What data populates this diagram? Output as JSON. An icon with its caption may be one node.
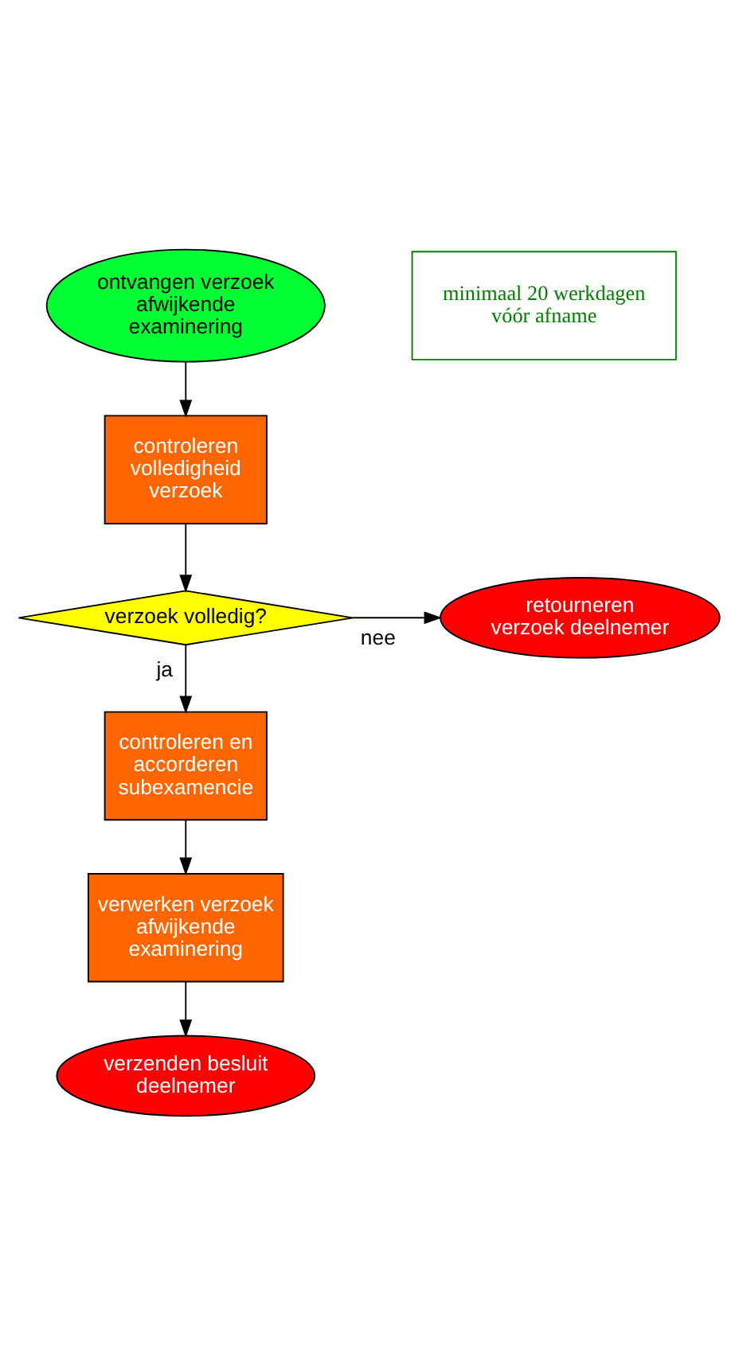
{
  "diagram": {
    "nodes": [
      {
        "text": [
          "ontvangen verzoek afwijkende examinering"
        ]
      },
      {
        "text": [
          "minimaal 20 werkdagen vóór afname"
        ]
      },
      {
        "text": [
          "controleren volledigheid verzoek"
        ]
      },
      {
        "text": [
          "verzoek volledig?"
        ]
      },
      {
        "text": [
          "retourneren verzoek deelnemer"
        ]
      },
      {
        "text": [
          "controleren en accorderen subexamencie"
        ]
      },
      {
        "text": [
          "verwerken verzoek afwijkende examinering"
        ]
      },
      {
        "text": [
          "verzenden besluit deelnemer"
        ]
      }
    ],
    "edges": [
      {
        "from": 0,
        "to": 2,
        "arrow": "to"
      },
      {
        "from": 2,
        "to": 3,
        "arrow": "to"
      },
      {
        "from": 3,
        "to": 4,
        "arrow": "to",
        "label": "nee"
      },
      {
        "from": 3,
        "to": 5,
        "arrow": "to",
        "label": "ja"
      },
      {
        "from": 5,
        "to": 6,
        "arrow": "to"
      },
      {
        "from": 6,
        "to": 7,
        "arrow": "to"
      }
    ]
  }
}
